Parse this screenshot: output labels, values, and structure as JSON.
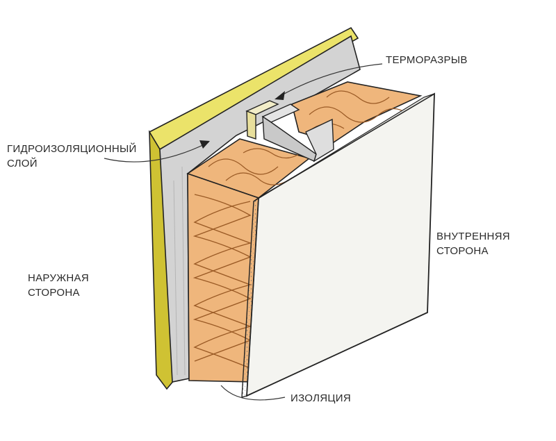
{
  "labels": {
    "thermal_break": "ТЕРМОРАЗРЫВ",
    "waterproof_line1": "ГИДРОИЗОЛЯЦИОННЫЙ",
    "waterproof_line2": "СЛОЙ",
    "outside_line1": "НАРУЖНАЯ",
    "outside_line2": "СТОРОНА",
    "inside_line1": "ВНУТРЕННЯЯ",
    "inside_line2": "СТОРОНА",
    "insulation": "ИЗОЛЯЦИЯ"
  },
  "colors": {
    "yellow_board": "#d7c93a",
    "yellow_board_edge": "#b8a92a",
    "membrane": "#d4d4d4",
    "insulation": "#efb67c",
    "insulation_dark": "#e09b5c",
    "drywall": "#f4f4f0",
    "drywall_edge": "#9a9a98",
    "profile": "#dcdcdc",
    "outline": "#222222"
  }
}
